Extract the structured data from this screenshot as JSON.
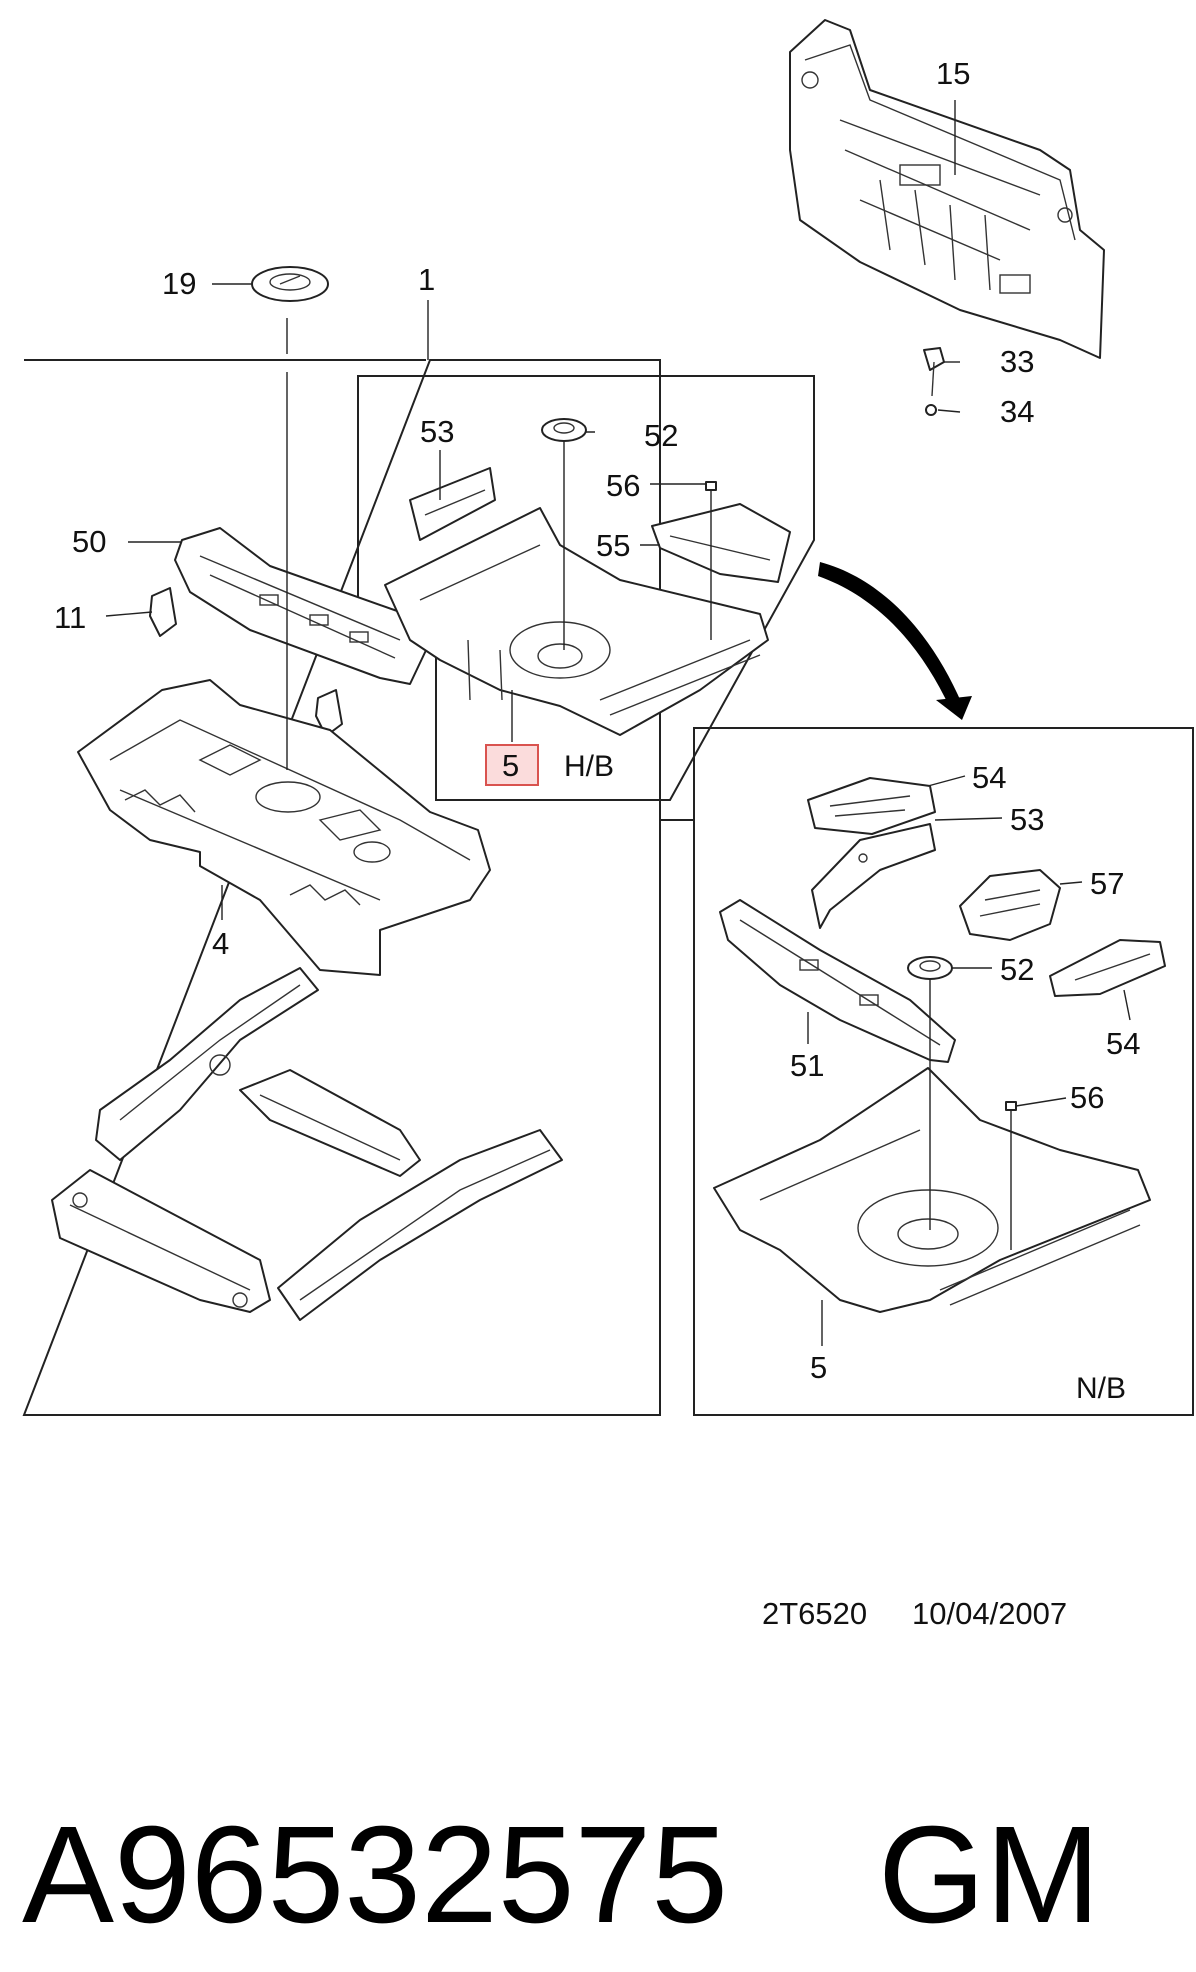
{
  "callouts": {
    "c15": "15",
    "c19": "19",
    "c1": "1",
    "c33": "33",
    "c34": "34",
    "c53_hb": "53",
    "c52_hb": "52",
    "c56_hb": "56",
    "c50": "50",
    "c55": "55",
    "c11": "11",
    "c5_hb": "5",
    "c4": "4",
    "c54_top": "54",
    "c53_nb": "53",
    "c57": "57",
    "c52_nb": "52",
    "c51": "51",
    "c54_bottom": "54",
    "c56_nb": "56",
    "c5_nb": "5"
  },
  "variants": {
    "hb": "H/B",
    "nb": "N/B"
  },
  "document": {
    "ref": "2T6520",
    "date": "10/04/2007"
  },
  "part_number": "A96532575",
  "brand": "GM",
  "colors": {
    "highlight_fill": "#fbdcdc",
    "highlight_stroke": "#d9534f"
  }
}
